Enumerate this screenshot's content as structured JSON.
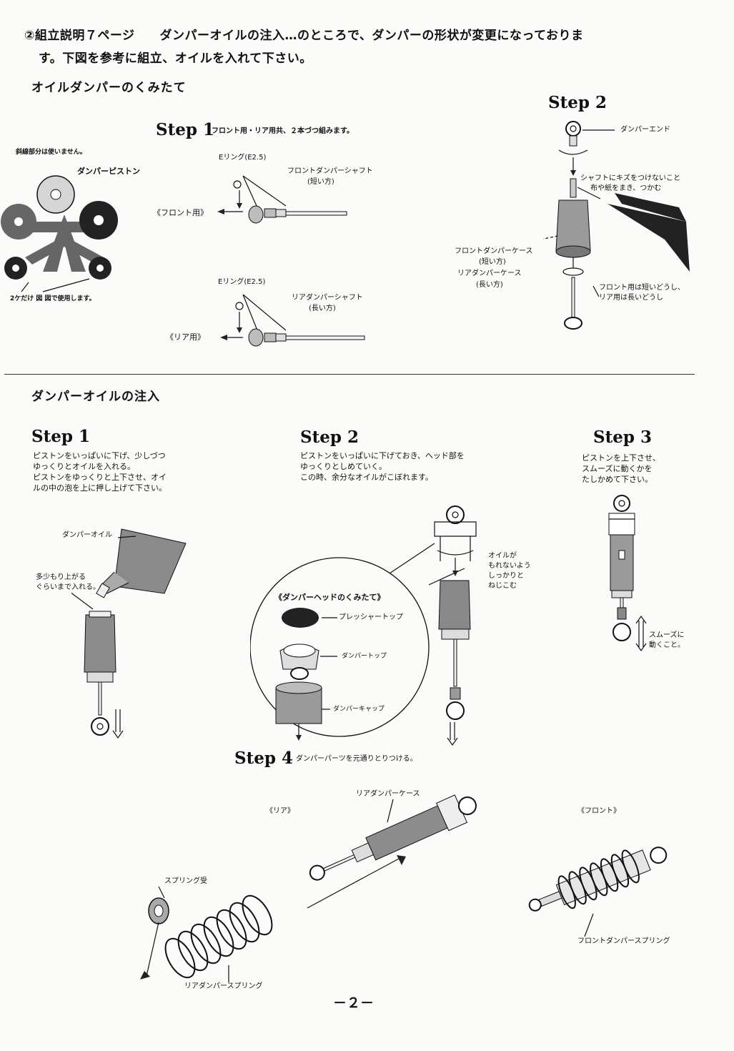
{
  "intro": {
    "line1": "②組立説明７ページ　　ダンパーオイルの注入…のところで、ダンパーの形状が変更になっておりま",
    "line2": "す。下図を参考に組立、オイルを入れて下さい。"
  },
  "assembly": {
    "heading": "オイルダンパーのくみたて",
    "left": {
      "note_top": "斜線部分は使いません。",
      "piston_label": "ダンパーピストン",
      "note_bottom": "2ケだけ 図 図で使用します。"
    },
    "step1": {
      "title": "Step 1",
      "desc": "フロント用・リア用共、２本づつ組みます。",
      "front": {
        "ering": "Eリング(E2.5)",
        "shaft": "フロントダンパーシャフト",
        "shaft_sub": "(短い方)",
        "tag": "《フロント用》"
      },
      "rear": {
        "ering": "Eリング(E2.5)",
        "shaft": "リアダンパーシャフト",
        "shaft_sub": "(長い方)",
        "tag": "《リア用》"
      }
    },
    "step2": {
      "title": "Step 2",
      "end": "ダンパーエンド",
      "caution1": "シャフトにキズをつけないこと",
      "caution2": "布や紙をまき、つかむ",
      "case_front": "フロントダンパーケース",
      "case_front_sub": "(短い方)",
      "case_rear": "リアダンパーケース",
      "case_rear_sub": "(長い方)",
      "pair1": "フロント用は短いどうし、",
      "pair2": "リア用は長いどうし"
    }
  },
  "oil": {
    "heading": "ダンパーオイルの注入",
    "step1": {
      "title": "Step 1",
      "desc": [
        "ピストンをいっぱいに下げ、少しづつ",
        "ゆっくりとオイルを入れる。",
        "ピストンをゆっくりと上下させ、オイ",
        "ルの中の泡を上に押し上げて下さい。"
      ],
      "oil_label": "ダンパーオイル",
      "fill1": "多少もり上がる",
      "fill2": "ぐらいまで入れる。"
    },
    "step2": {
      "title": "Step 2",
      "desc": [
        "ピストンをいっぱいに下げておき、ヘッド部を",
        "ゆっくりとしめていく。",
        "この時、余分なオイルがこぼれます。"
      ],
      "tighten": [
        "オイルが",
        "もれないよう",
        "しっかりと",
        "ねじこむ"
      ],
      "head_title": "《ダンパーヘッドのくみたて》",
      "pressure": "プレッシャートップ",
      "top": "ダンパートップ",
      "cap": "ダンパーキャップ"
    },
    "step3": {
      "title": "Step 3",
      "desc": [
        "ピストンを上下させ、",
        "スムーズに動くかを",
        "たしかめて下さい。"
      ],
      "smooth1": "スムーズに",
      "smooth2": "動くこと。"
    },
    "step4": {
      "title": "Step 4",
      "desc": "ダンパーパーツを元通りとりつける。",
      "rear_tag": "《リア》",
      "front_tag": "《フロント》",
      "rear_case": "リアダンパーケース",
      "spring_seat": "スプリング受",
      "rear_spring": "リアダンパースプリング",
      "front_spring": "フロントダンパースプリング"
    }
  },
  "page_number": "－２－"
}
